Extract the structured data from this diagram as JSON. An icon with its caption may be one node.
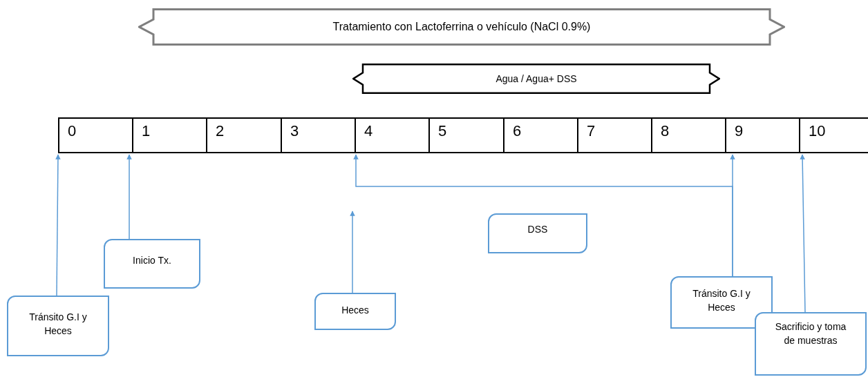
{
  "diagram": {
    "nodes": [
      {
        "text": [
          "Tratamiento con Lactoferrina o vehículo (NaCl 0.9%)"
        ]
      },
      {
        "text": [
          "Agua / Agua+ DSS"
        ]
      },
      {
        "text": [
          "0"
        ]
      },
      {
        "text": [
          "1"
        ]
      },
      {
        "text": [
          "2"
        ]
      },
      {
        "text": [
          "3"
        ]
      },
      {
        "text": [
          "4"
        ]
      },
      {
        "text": [
          "5"
        ]
      },
      {
        "text": [
          "6"
        ]
      },
      {
        "text": [
          "7"
        ]
      },
      {
        "text": [
          "8"
        ]
      },
      {
        "text": [
          "9"
        ]
      },
      {
        "text": [
          "10"
        ]
      },
      {
        "text": [
          "Inicio Tx."
        ]
      },
      {
        "text": [
          "Tránsito G.I y Heces"
        ]
      },
      {
        "text": [
          "Heces"
        ]
      },
      {
        "text": [
          "DSS"
        ]
      },
      {
        "text": [
          "Tránsito G.I y Heces"
        ]
      },
      {
        "text": [
          "Sacrificio y toma de muestras"
        ]
      }
    ],
    "edges": [
      {
        "from": 14,
        "to": 2,
        "arrow": "to"
      },
      {
        "from": 13,
        "to": 3,
        "arrow": "to"
      },
      {
        "from": 15,
        "to": null,
        "arrow": "to"
      },
      {
        "from": 17,
        "to": 11,
        "arrow": "to"
      },
      {
        "from": 17,
        "to": 6,
        "arrow": "to"
      },
      {
        "from": 18,
        "to": 12,
        "arrow": "to"
      }
    ]
  }
}
